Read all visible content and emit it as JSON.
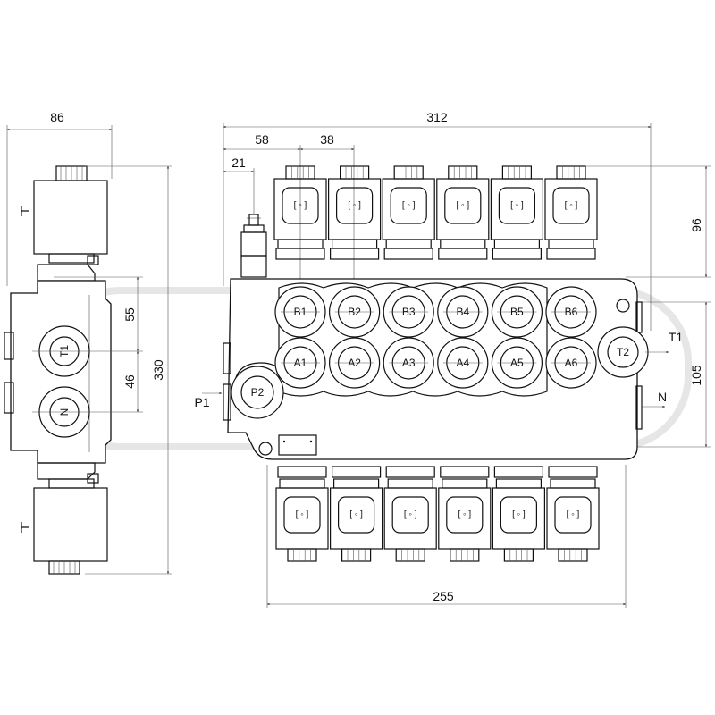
{
  "dimensions": {
    "side_width": "86",
    "total_width": "312",
    "first_offset": "58",
    "section_pitch": "38",
    "inlet_offset": "21",
    "side_upper": "55",
    "side_lower": "46",
    "total_height": "330",
    "coil_height": "96",
    "body_height": "105",
    "base_length": "255"
  },
  "ports": {
    "b": [
      "B1",
      "B2",
      "B3",
      "B4",
      "B5",
      "B6"
    ],
    "a": [
      "A1",
      "A2",
      "A3",
      "A4",
      "A5",
      "A6"
    ],
    "pressure": "P2",
    "tank": "T2",
    "side_tank": "T1",
    "side_neutral": "N"
  },
  "flow_labels": {
    "p_inlet": "P1",
    "t_outlet": "T1",
    "neutral": "N"
  },
  "colors": {
    "line": "#111111",
    "watermark": "#e6e6e6"
  }
}
